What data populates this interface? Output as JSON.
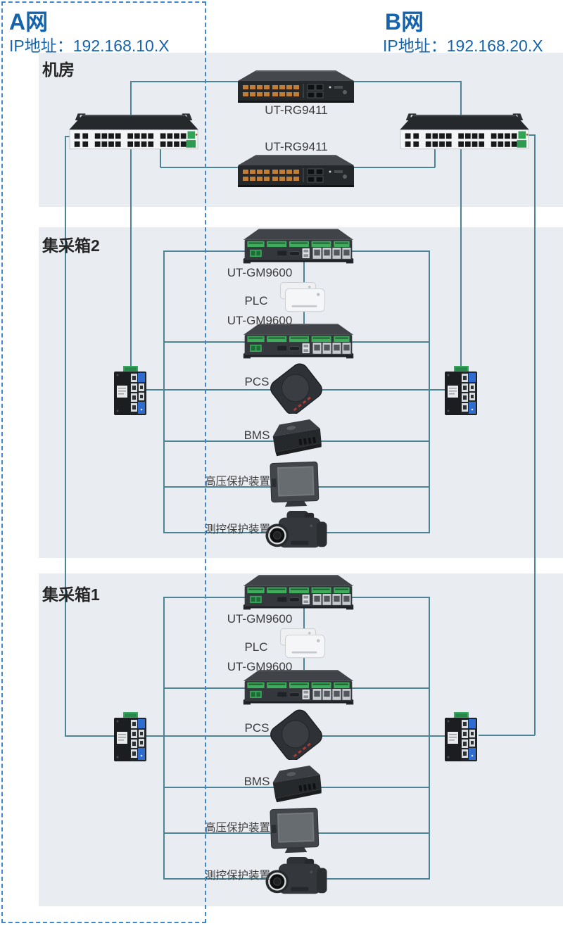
{
  "network_a": {
    "title": "A网",
    "ip": "IP地址：192.168.10.X"
  },
  "network_b": {
    "title": "B网",
    "ip": "IP地址：192.168.20.X"
  },
  "machine_room": {
    "title": "机房",
    "routers": [
      {
        "label": "UT-RG9411"
      },
      {
        "label": "UT-RG9411"
      }
    ]
  },
  "collection_boxes": [
    {
      "title": "集采箱2",
      "devices": {
        "gateway_top": "UT-GM9600",
        "plc": "PLC",
        "gateway_bottom": "UT-GM9600",
        "pcs": "PCS",
        "bms": "BMS",
        "hv_protection": "高压保护装置",
        "measure_protection": "测控保护装置"
      }
    },
    {
      "title": "集采箱1",
      "devices": {
        "gateway_top": "UT-GM9600",
        "plc": "PLC",
        "gateway_bottom": "UT-GM9600",
        "pcs": "PCS",
        "bms": "BMS",
        "hv_protection": "高压保护装置",
        "measure_protection": "测控保护装置"
      }
    }
  ],
  "colors": {
    "line": "#4d8494",
    "dashed_border": "#3e87cb",
    "header_blue": "#1463ae",
    "section_bg": "#e9edf2"
  }
}
